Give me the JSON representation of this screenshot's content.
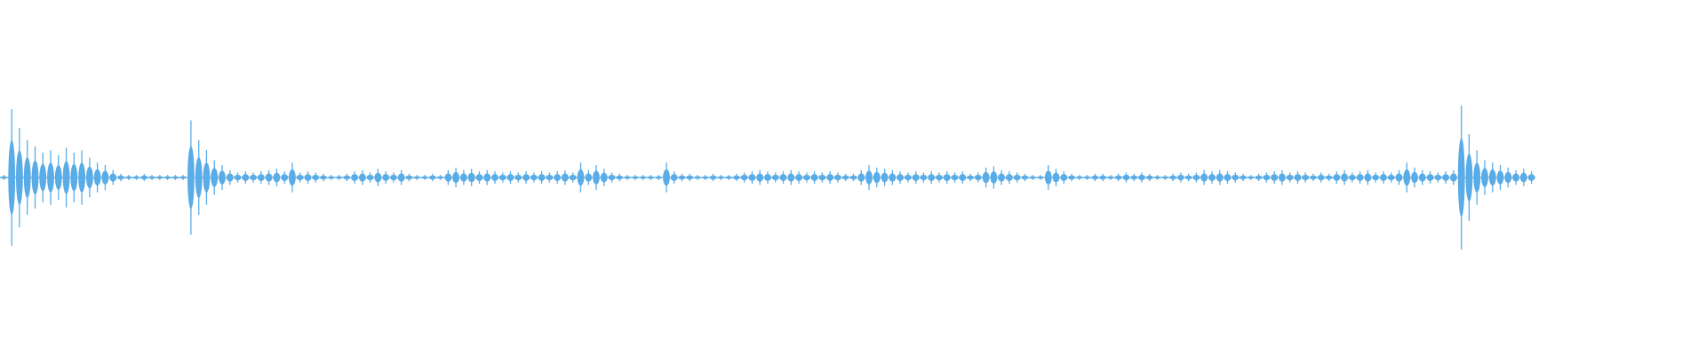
{
  "waveform": {
    "color": "#5aace6",
    "background": "#ffffff",
    "duration_fraction_visible": 0.9,
    "peaks_normalized": [
      0.02,
      0.55,
      0.4,
      0.3,
      0.25,
      0.2,
      0.22,
      0.18,
      0.24,
      0.2,
      0.22,
      0.16,
      0.12,
      0.1,
      0.06,
      0.03,
      0.02,
      0.02,
      0.03,
      0.02,
      0.02,
      0.02,
      0.02,
      0.02,
      0.46,
      0.3,
      0.22,
      0.14,
      0.1,
      0.06,
      0.04,
      0.05,
      0.04,
      0.05,
      0.06,
      0.07,
      0.05,
      0.12,
      0.04,
      0.05,
      0.04,
      0.03,
      0.02,
      0.02,
      0.03,
      0.05,
      0.06,
      0.04,
      0.07,
      0.05,
      0.04,
      0.06,
      0.03,
      0.02,
      0.02,
      0.03,
      0.02,
      0.06,
      0.08,
      0.06,
      0.07,
      0.05,
      0.06,
      0.05,
      0.04,
      0.05,
      0.04,
      0.05,
      0.04,
      0.05,
      0.04,
      0.05,
      0.06,
      0.04,
      0.12,
      0.06,
      0.1,
      0.07,
      0.04,
      0.03,
      0.02,
      0.02,
      0.02,
      0.02,
      0.02,
      0.12,
      0.05,
      0.03,
      0.03,
      0.02,
      0.02,
      0.03,
      0.02,
      0.02,
      0.03,
      0.04,
      0.05,
      0.06,
      0.05,
      0.04,
      0.05,
      0.06,
      0.05,
      0.04,
      0.05,
      0.04,
      0.05,
      0.04,
      0.03,
      0.03,
      0.06,
      0.1,
      0.08,
      0.07,
      0.06,
      0.05,
      0.04,
      0.05,
      0.04,
      0.05,
      0.04,
      0.05,
      0.04,
      0.05,
      0.03,
      0.04,
      0.08,
      0.09,
      0.06,
      0.05,
      0.04,
      0.03,
      0.02,
      0.02,
      0.1,
      0.07,
      0.05,
      0.03,
      0.02,
      0.02,
      0.03,
      0.03,
      0.02,
      0.03,
      0.04,
      0.03,
      0.04,
      0.03,
      0.02,
      0.02,
      0.03,
      0.04,
      0.03,
      0.04,
      0.06,
      0.05,
      0.06,
      0.05,
      0.04,
      0.03,
      0.02,
      0.03,
      0.04,
      0.05,
      0.06,
      0.04,
      0.05,
      0.04,
      0.03,
      0.04,
      0.03,
      0.05,
      0.06,
      0.04,
      0.05,
      0.06,
      0.04,
      0.05,
      0.04,
      0.06,
      0.12,
      0.08,
      0.06,
      0.05,
      0.04,
      0.05,
      0.06,
      0.58,
      0.35,
      0.22,
      0.14,
      0.12,
      0.1,
      0.08,
      0.06,
      0.07,
      0.05
    ]
  }
}
